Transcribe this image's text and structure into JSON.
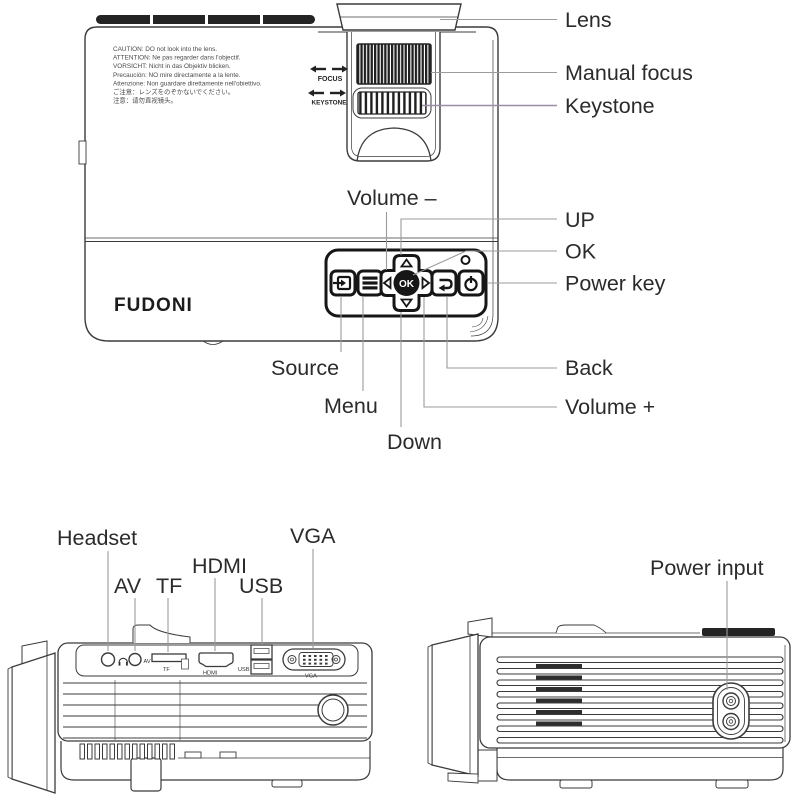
{
  "brand": "FUDONI",
  "caution_lines": [
    "CAUTION: DO not look into the lens.",
    "ATTENTION: Ne pas regarder dans l'objectif.",
    "VORSICHT: Nicht in das Objektiv blicken.",
    "Precaución: NO mire directamente a la lente.",
    "Attenzione: Non guardare direttamente nell'obiettivo.",
    "ご注意：レンズをのぞかないでください。",
    "注意：请勿直视镜头。"
  ],
  "top_view": {
    "focus_indicator": "FOCUS",
    "keystone_indicator": "KEYSTONE",
    "ok_button_face": "OK",
    "labels": {
      "lens": "Lens",
      "manual_focus": "Manual focus",
      "keystone": "Keystone",
      "volume_minus": "Volume –",
      "up": "UP",
      "ok": "OK",
      "power_key": "Power key",
      "source": "Source",
      "menu": "Menu",
      "down": "Down",
      "back": "Back",
      "volume_plus": "Volume +"
    }
  },
  "io_view": {
    "labels": {
      "headset": "Headset",
      "av": "AV",
      "tf": "TF",
      "hdmi": "HDMI",
      "usb": "USB",
      "vga": "VGA"
    },
    "port_marks": {
      "av": "AV",
      "tf": "TF",
      "hdmi": "HDMI",
      "usb": "USB",
      "vga": "VGA"
    }
  },
  "power_view": {
    "labels": {
      "power_input": "Power input"
    }
  },
  "colors": {
    "line": "#3b3b3b",
    "bold_line": "#161616",
    "leader": "#9b9b9b",
    "keystone_leader": "#9a8da3",
    "dark_fill": "#1f1f1f"
  }
}
